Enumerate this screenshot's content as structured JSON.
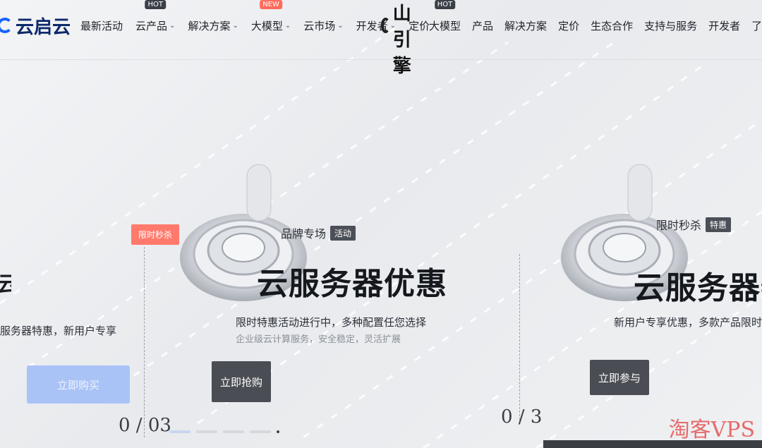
{
  "header": {
    "left": {
      "logo": "云启云",
      "nav": [
        {
          "label": "最新活动",
          "chevron": false,
          "tag": ""
        },
        {
          "label": "云产品",
          "chevron": true,
          "tag": "HOT"
        },
        {
          "label": "解决方案",
          "chevron": true,
          "tag": ""
        },
        {
          "label": "大模型",
          "chevron": true,
          "tag": "NEW"
        },
        {
          "label": "云市场",
          "chevron": true,
          "tag": ""
        },
        {
          "label": "开发者",
          "chevron": true,
          "tag": ""
        },
        {
          "label": "定价",
          "chevron": false,
          "tag": ""
        }
      ]
    },
    "right": {
      "logo": "火山引擎",
      "nav": [
        {
          "label": "大模型",
          "tag": "HOT"
        },
        {
          "label": "产品",
          "tag": ""
        },
        {
          "label": "解决方案",
          "tag": ""
        },
        {
          "label": "定价",
          "tag": ""
        },
        {
          "label": "生态合作",
          "tag": ""
        },
        {
          "label": "支持与服务",
          "tag": ""
        },
        {
          "label": "开发者",
          "tag": ""
        },
        {
          "label": "了解我们",
          "tag": ""
        }
      ]
    }
  },
  "slides": {
    "left_partial": {
      "tag": "限时秒杀",
      "title": "云",
      "desc": "服务器特惠，新用户专享",
      "button": "立即购买",
      "number": "0 / 03"
    },
    "center": {
      "subtitle": "品牌专场",
      "badge": "活动",
      "title": "云服务器优惠",
      "desc_line1": "限时特惠活动进行中，多种配置任您选择",
      "desc_line2": "企业级云计算服务，安全稳定，灵活扩展",
      "button": "立即抢购"
    },
    "right": {
      "subtitle": "限时秒杀",
      "badge": "特惠",
      "title": "云服务器特惠",
      "desc": "新用户专享优惠，多款产品限时抢购",
      "button": "立即参与",
      "number": "0 / 3"
    }
  },
  "watermark": "淘客VPS",
  "colors": {
    "brand_blue": "#1664ff",
    "tag_red": "#ff6a5b",
    "dark_button": "#4a4d53",
    "light_blue_button": "#a9c3f7",
    "watermark_red": "#e66a6a"
  },
  "carousel": {
    "active_index": 0,
    "count": 5
  }
}
